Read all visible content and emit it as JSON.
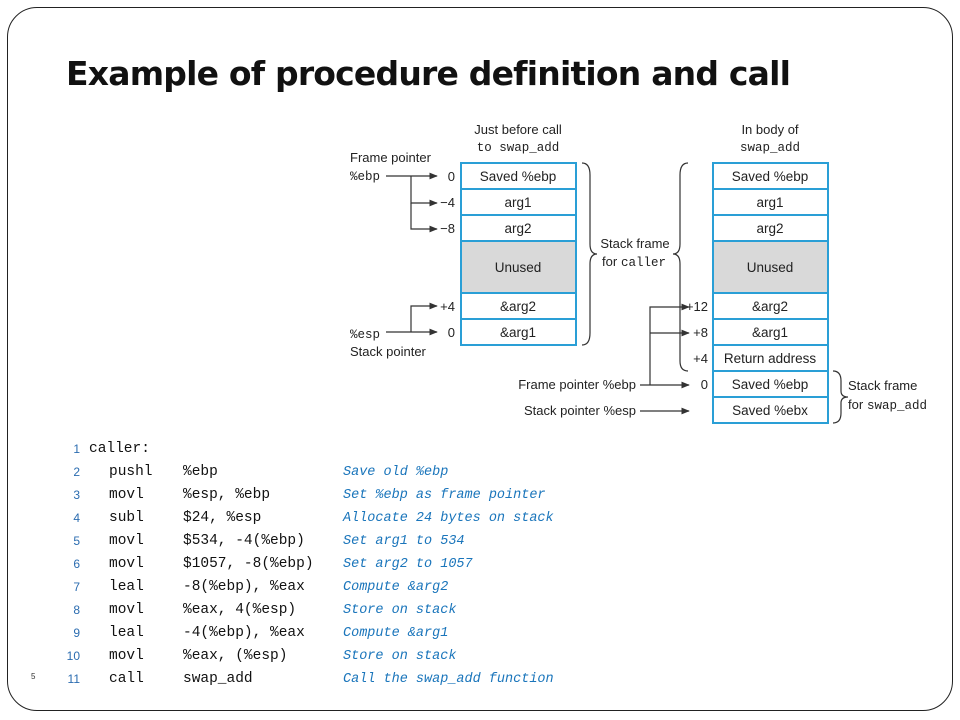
{
  "slide": {
    "title": "Example of procedure definition and call",
    "page_number": "5"
  },
  "diagram": {
    "left": {
      "caption_line1": "Just before call",
      "caption_line2": "to swap_add",
      "frame_pointer_label": "Frame pointer",
      "frame_pointer_reg": "%ebp",
      "stack_pointer_reg": "%esp",
      "stack_pointer_label": "Stack pointer",
      "offsets": [
        "0",
        "−4",
        "−8",
        "+4",
        "0"
      ],
      "cells": [
        "Saved %ebp",
        "arg1",
        "arg2",
        "Unused",
        "&arg2",
        "&arg1"
      ]
    },
    "middle": {
      "brace_label_line1": "Stack frame",
      "brace_label_line2_prefix": "for ",
      "brace_label_line2_code": "caller"
    },
    "right": {
      "caption_line1": "In body of",
      "caption_line2": "swap_add",
      "offsets": [
        "+12",
        "+8",
        "+4",
        "0"
      ],
      "frame_pointer_label": "Frame pointer %ebp",
      "stack_pointer_label": "Stack pointer %esp",
      "cells": [
        "Saved %ebp",
        "arg1",
        "arg2",
        "Unused",
        "&arg2",
        "&arg1",
        "Return address",
        "Saved %ebp",
        "Saved %ebx"
      ],
      "brace_label_line1": "Stack frame",
      "brace_label_line2_prefix": "for ",
      "brace_label_line2_code": "swap_add"
    },
    "colors": {
      "cell_border": "#2a9fd6",
      "unused_fill": "#d9d9d9",
      "line": "#333333"
    }
  },
  "code": {
    "lines": [
      {
        "n": "1",
        "label": "caller:",
        "mnemonic": "",
        "operands": "",
        "comment": ""
      },
      {
        "n": "2",
        "label": "",
        "mnemonic": "pushl",
        "operands": "%ebp",
        "comment": "Save old %ebp"
      },
      {
        "n": "3",
        "label": "",
        "mnemonic": "movl",
        "operands": "%esp, %ebp",
        "comment": "Set %ebp as frame pointer"
      },
      {
        "n": "4",
        "label": "",
        "mnemonic": "subl",
        "operands": "$24, %esp",
        "comment": "Allocate 24 bytes on stack"
      },
      {
        "n": "5",
        "label": "",
        "mnemonic": "movl",
        "operands": "$534, -4(%ebp)",
        "comment": "Set arg1 to 534"
      },
      {
        "n": "6",
        "label": "",
        "mnemonic": "movl",
        "operands": "$1057, -8(%ebp)",
        "comment": "Set arg2 to 1057"
      },
      {
        "n": "7",
        "label": "",
        "mnemonic": "leal",
        "operands": "-8(%ebp), %eax",
        "comment": "Compute &arg2"
      },
      {
        "n": "8",
        "label": "",
        "mnemonic": "movl",
        "operands": "%eax, 4(%esp)",
        "comment": "Store on stack"
      },
      {
        "n": "9",
        "label": "",
        "mnemonic": "leal",
        "operands": "-4(%ebp), %eax",
        "comment": "Compute &arg1"
      },
      {
        "n": "10",
        "label": "",
        "mnemonic": "movl",
        "operands": "%eax, (%esp)",
        "comment": "Store on stack"
      },
      {
        "n": "11",
        "label": "",
        "mnemonic": "call",
        "operands": "swap_add",
        "comment": "Call the swap_add function"
      }
    ]
  }
}
